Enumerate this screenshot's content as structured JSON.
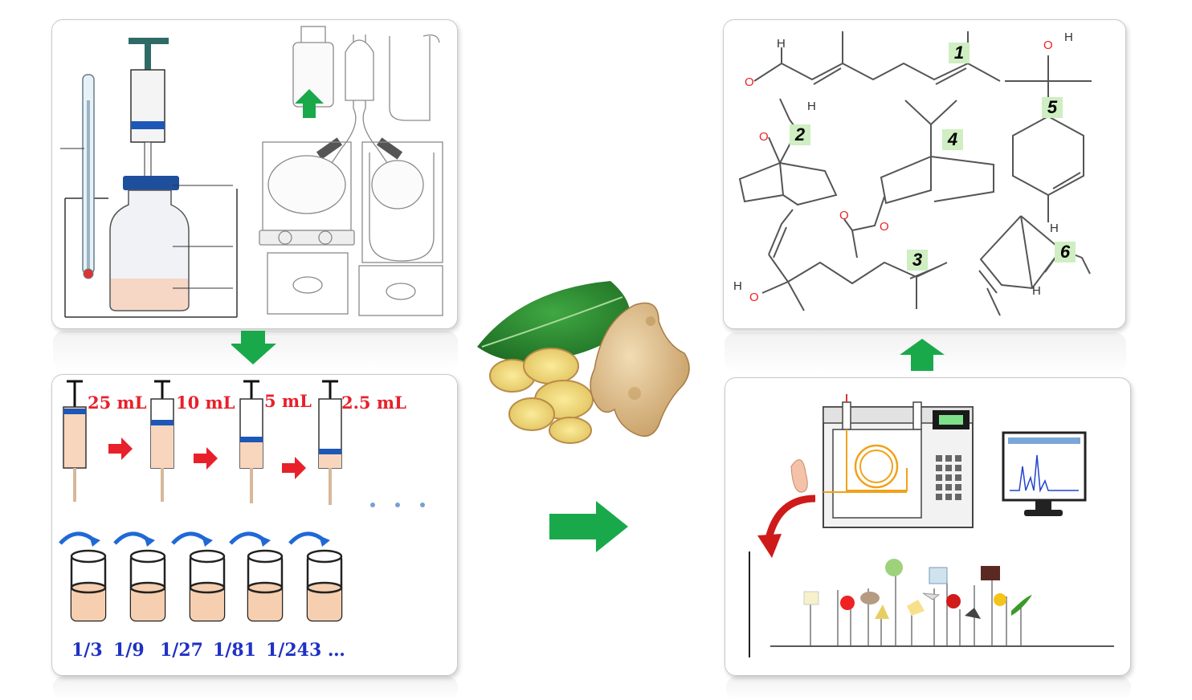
{
  "colors": {
    "accent_green": "#19a94a",
    "red_arrow": "#e8202a",
    "blue_text": "#1f31c4",
    "panel_border": "#c9c9c9",
    "label_bg": "#cfeec2"
  },
  "dilution": {
    "volumes": [
      "25 mL",
      "10 mL",
      "5 mL",
      "2.5 mL"
    ],
    "ellipsis_dots": "…",
    "ratios": [
      "1/3",
      "1/9",
      "1/27",
      "1/81",
      "1/243 …"
    ]
  },
  "compounds": {
    "numbers": [
      "1",
      "2",
      "3",
      "4",
      "5",
      "6"
    ],
    "atoms": {
      "o1": "O",
      "h1": "H",
      "h2": "H",
      "o2": "O",
      "o3": "O",
      "o4": "O",
      "h3": "H",
      "o5": "O",
      "h4": "H",
      "o6": "O",
      "h5": "H",
      "h6": "H"
    }
  },
  "icons": [
    "thermometer-icon",
    "syringe-icon",
    "vial-icon",
    "distillation-apparatus-icon",
    "ginger-image",
    "gc-olfactometry-icon",
    "computer-monitor-icon",
    "nose-icon",
    "green-arrow-icon",
    "red-arrow-icon"
  ]
}
